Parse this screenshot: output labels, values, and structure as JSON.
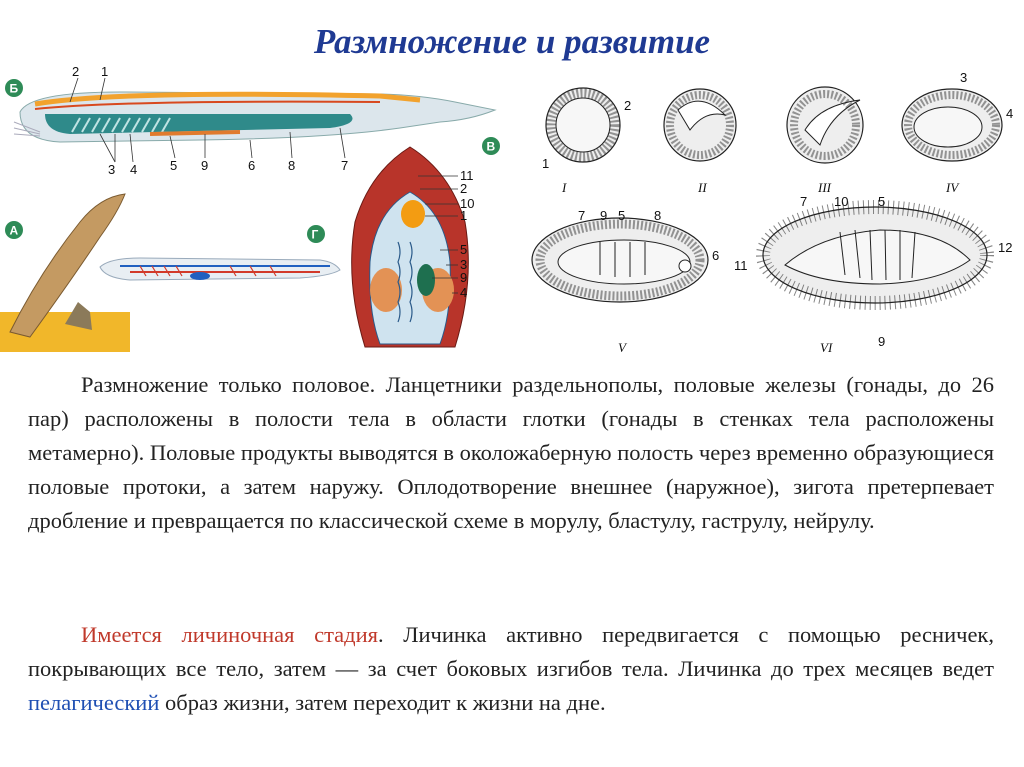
{
  "slide": {
    "title": "Размножение и развитие"
  },
  "figure_left": {
    "panel_labels": [
      "Б",
      "А",
      "Г",
      "В"
    ],
    "lancelet_numbers": [
      "2",
      "1",
      "3",
      "4",
      "5",
      "9",
      "6",
      "8",
      "7"
    ],
    "section_numbers": [
      "11",
      "2",
      "10",
      "1",
      "5",
      "3",
      "9",
      "4"
    ]
  },
  "figure_right": {
    "stage_labels": [
      "I",
      "II",
      "III",
      "IV",
      "V",
      "VI"
    ],
    "numbers": {
      "stage1": [
        "2",
        "1"
      ],
      "stage4": [
        "3",
        "4"
      ],
      "stage5": [
        "7",
        "9",
        "5",
        "8",
        "6"
      ],
      "stage6": [
        "7",
        "10",
        "5",
        "11",
        "12",
        "9"
      ]
    }
  },
  "body": {
    "para1": "Размножение только половое. Ланцетники раздельнополы, половые железы (гонады, до 26 пар) расположены в полости тела в области глотки (гонады в стенках тела расположены метамерно). Половые продукты выводятся в околожаберную полость через временно образующиеся половые протоки, а затем наружу. Оплодотворение внешнее (наружное), зигота претерпевает дробление и превращается по классической схеме в морулу, бластулу, гаструлу, нейрулу.",
    "para2_highlight": "Имеется личиночная стадия",
    "para2_mid": ". Личинка активно передвигается с помощью ресничек, покрывающих все тело, затем — за счет боковых изгибов тела. Личинка до трех месяцев ведет ",
    "para2_link": "пелагический",
    "para2_end": " образ жизни, затем переходит к жизни на дне."
  },
  "colors": {
    "title": "#1f3a93",
    "highlight_red": "#c0392b",
    "highlight_blue": "#1f4fb3",
    "badge_green": "#2e8b57"
  }
}
